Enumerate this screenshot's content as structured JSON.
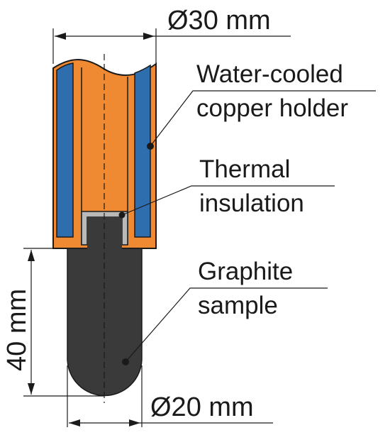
{
  "dimensions": {
    "top_diameter": "Ø30 mm",
    "bottom_diameter": "Ø20 mm",
    "sample_length": "40 mm"
  },
  "labels": {
    "holder_line1": "Water-cooled",
    "holder_line2": "copper holder",
    "insulation_line1": "Thermal",
    "insulation_line2": "insulation",
    "sample_line1": "Graphite",
    "sample_line2": "sample"
  },
  "colors": {
    "copper": "#ef8a33",
    "copper_inner": "#e88e55",
    "water": "#2f6eae",
    "insulation": "#b9b9b9",
    "graphite": "#3a3a3a",
    "outline": "#1a1a1a"
  }
}
